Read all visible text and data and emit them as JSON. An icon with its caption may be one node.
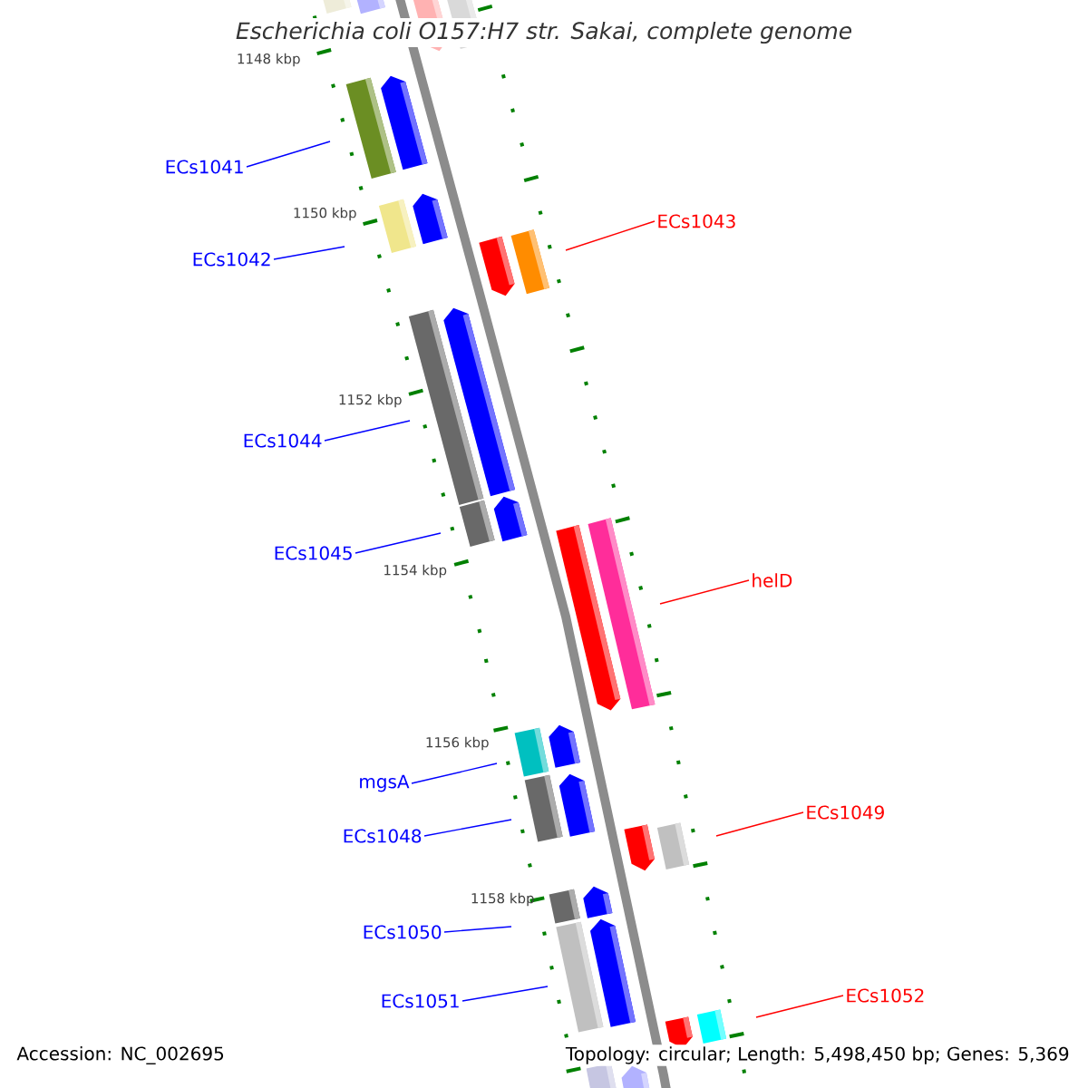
{
  "diagram": {
    "title": "Escherichia coli O157:H7 str. Sakai, complete genome",
    "nodes": [
      {
        "text": [
          "ECs1041"
        ]
      },
      {
        "text": [
          "ECs1043"
        ]
      },
      {
        "text": [
          "ECs1042"
        ]
      },
      {
        "text": [
          "ECs1044"
        ]
      },
      {
        "text": [
          "ECs1045"
        ]
      },
      {
        "text": [
          "helD"
        ]
      },
      {
        "text": [
          "mgsA"
        ]
      },
      {
        "text": [
          "ECs1049"
        ]
      },
      {
        "text": [
          "ECs1048"
        ]
      },
      {
        "text": [
          "ECs1050"
        ]
      },
      {
        "text": [
          "ECs1052"
        ]
      },
      {
        "text": [
          "ECs1051"
        ]
      }
    ],
    "edges": [
      {
        "from": 0,
        "to": null,
        "arrow": "none"
      },
      {
        "from": 1,
        "to": null,
        "arrow": "none",
        "color": "#ff0000"
      },
      {
        "from": 2,
        "to": null,
        "arrow": "none"
      },
      {
        "from": 3,
        "to": null,
        "arrow": "none"
      },
      {
        "from": 4,
        "to": null,
        "arrow": "none"
      },
      {
        "from": 5,
        "to": null,
        "arrow": "none",
        "color": "#ff0000"
      },
      {
        "from": 6,
        "to": null,
        "arrow": "none"
      },
      {
        "from": 7,
        "to": null,
        "arrow": "none",
        "color": "#ff0000"
      },
      {
        "from": 8,
        "to": null,
        "arrow": "none"
      },
      {
        "from": 9,
        "to": null,
        "arrow": "none"
      },
      {
        "from": 10,
        "to": null,
        "arrow": "none",
        "color": "#ff0000"
      },
      {
        "from": 11,
        "to": null,
        "arrow": "none"
      }
    ],
    "labels": [
      "1148 kbp",
      "1150 kbp",
      "1152 kbp",
      "1154 kbp",
      "1156 kbp",
      "1158 kbp",
      "Accession: NC_002695",
      "Topology: circular; Length: 5,498,450 bp; Genes: 5,369"
    ]
  }
}
